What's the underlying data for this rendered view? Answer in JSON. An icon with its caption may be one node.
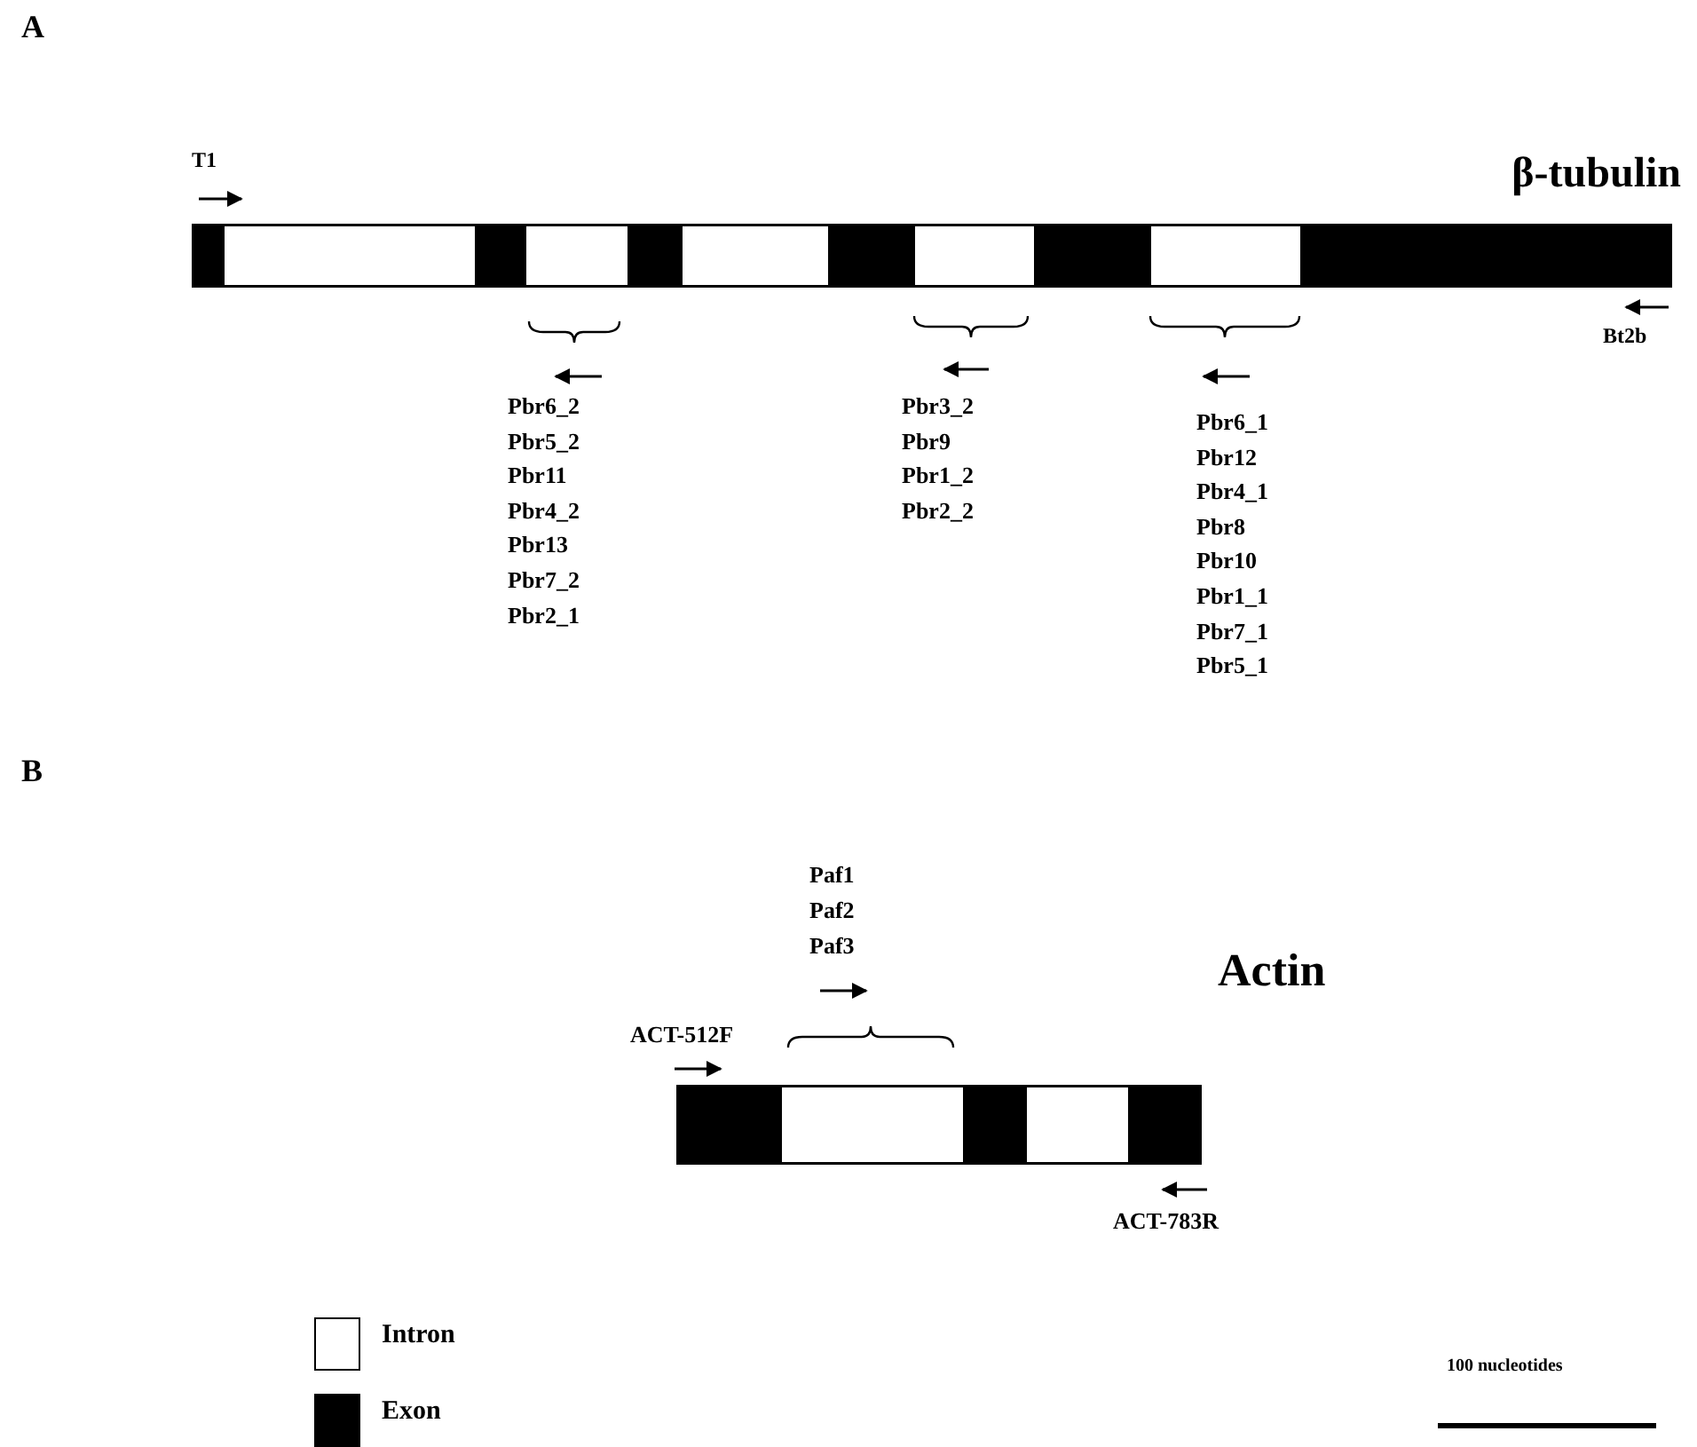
{
  "diagram": {
    "labels": [
      "A",
      "β-tubulin",
      "T1",
      "Bt2b",
      "Pbr6_2",
      "Pbr5_2",
      "Pbr11",
      "Pbr4_2",
      "Pbr13",
      "Pbr7_2",
      "Pbr2_1",
      "Pbr3_2",
      "Pbr9",
      "Pbr1_2",
      "Pbr2_2",
      "Pbr6_1",
      "Pbr12",
      "Pbr4_1",
      "Pbr8",
      "Pbr10",
      "Pbr1_1",
      "Pbr7_1",
      "Pbr5_1",
      "B",
      "Paf1",
      "Paf2",
      "Paf3",
      "Actin",
      "ACT-512F",
      "ACT-783R",
      "100 nucleotides"
    ],
    "legend": [
      {
        "text": "Intron",
        "color": "#ffffff"
      },
      {
        "text": "Exon",
        "color": "#000000"
      }
    ]
  }
}
